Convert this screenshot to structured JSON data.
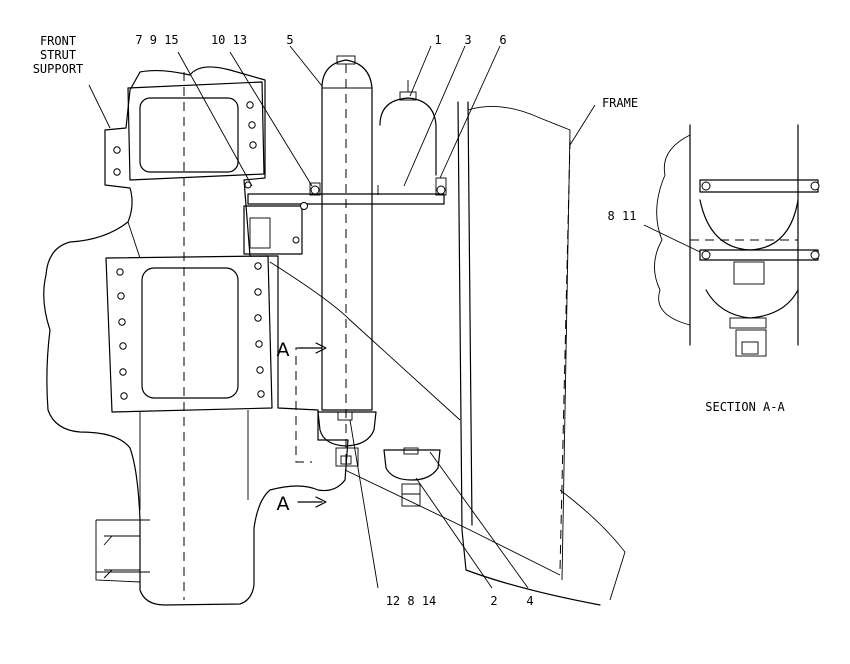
{
  "callouts": {
    "front_strut_support": [
      "FRONT",
      "STRUT",
      "SUPPORT"
    ],
    "frame": "FRAME",
    "section_title": "SECTION A-A",
    "section_marker": "A",
    "top_numbers": [
      "7 9 15",
      "10 13",
      "5",
      "1",
      "3",
      "6"
    ],
    "bottom_numbers": [
      "12 8 14",
      "2",
      "4"
    ],
    "section_numbers": "8 11"
  },
  "colors": {
    "line": "#000000",
    "background": "#ffffff"
  }
}
